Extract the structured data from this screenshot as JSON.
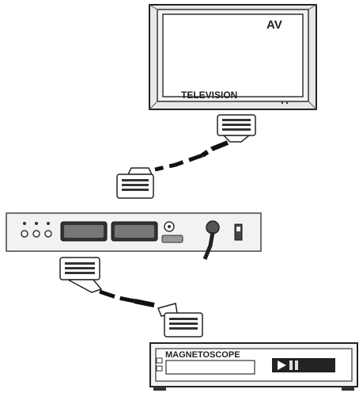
{
  "television": {
    "label": "TELEVISION",
    "screen_mode": "AV"
  },
  "vcr": {
    "label": "MAGNETOSCOPE"
  },
  "connectors": {
    "type": "scart-plug-icon"
  }
}
